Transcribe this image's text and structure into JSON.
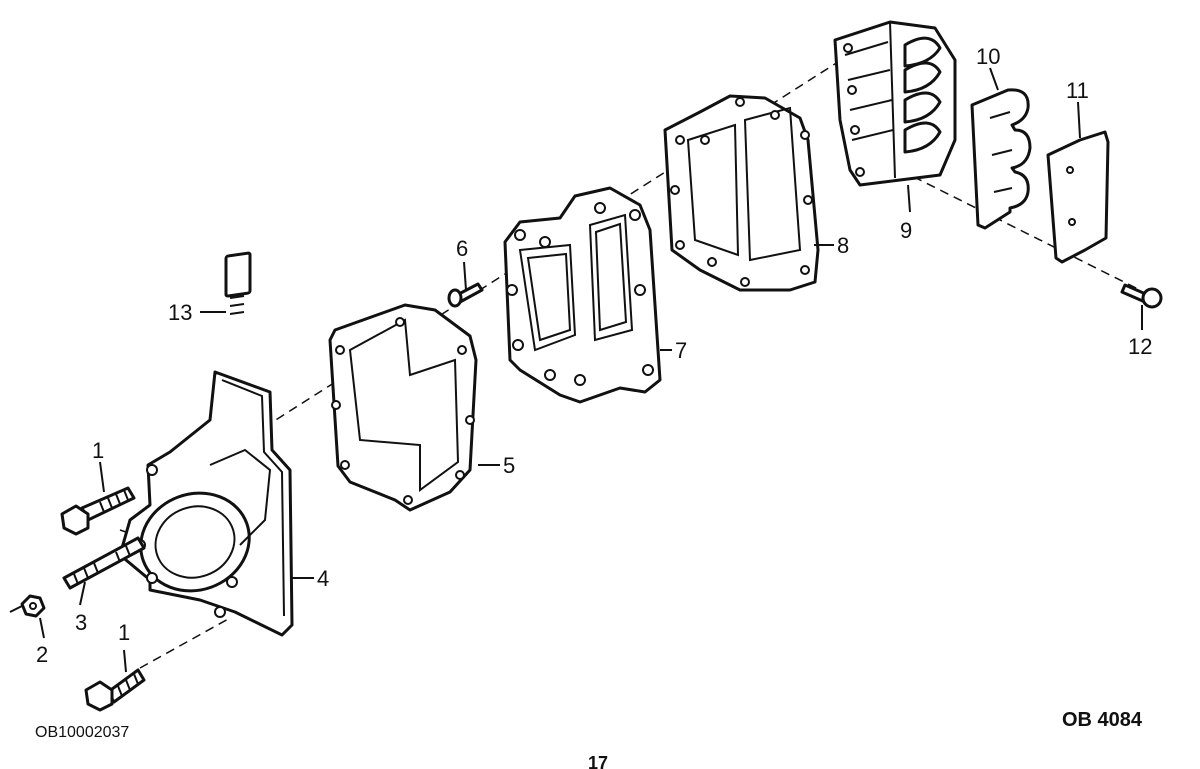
{
  "labels": {
    "l1a": "1",
    "l1b": "1",
    "l2": "2",
    "l3": "3",
    "l4": "4",
    "l5": "5",
    "l6": "6",
    "l7": "7",
    "l8": "8",
    "l9": "9",
    "l10": "10",
    "l11": "11",
    "l12": "12",
    "l13": "13"
  },
  "footer": {
    "drawing_code": "OB10002037",
    "figure_code": "OB 4084",
    "page_number": "17"
  }
}
